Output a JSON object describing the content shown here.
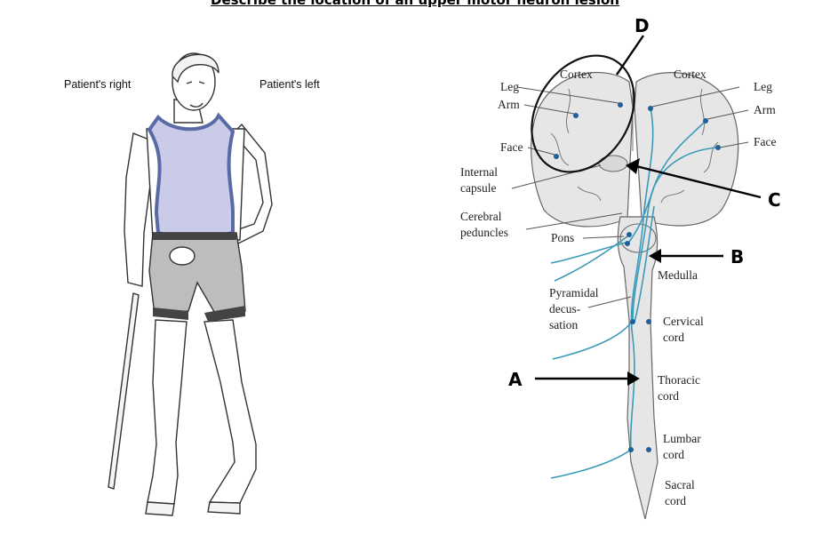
{
  "title": "Describe the location of an upper motor neuron lesion",
  "patient": {
    "right_label": "Patient's right",
    "left_label": "Patient's left"
  },
  "diagram_labels": {
    "cortex_left": "Cortex",
    "cortex_right": "Cortex",
    "leg_left": "Leg",
    "arm_left": "Arm",
    "face_left": "Face",
    "leg_right": "Leg",
    "arm_right": "Arm",
    "face_right": "Face",
    "internal_capsule_1": "Internal",
    "internal_capsule_2": "capsule",
    "cerebral_peduncles_1": "Cerebral",
    "cerebral_peduncles_2": "peduncles",
    "pons": "Pons",
    "medulla": "Medulla",
    "pyramidal_1": "Pyramidal",
    "pyramidal_2": "decus-",
    "pyramidal_3": "sation",
    "cervical_1": "Cervical",
    "cervical_2": "cord",
    "thoracic_1": "Thoracic",
    "thoracic_2": "cord",
    "lumbar_1": "Lumbar",
    "lumbar_2": "cord",
    "sacral_1": "Sacral",
    "sacral_2": "cord"
  },
  "markers": {
    "a": "A",
    "b": "B",
    "c": "C",
    "d": "D"
  },
  "colors": {
    "tract": "#3b9ab8",
    "shirt": "#c9cbe9",
    "shirt_trim": "#5a6aa5",
    "shorts": "#bdbdbd",
    "brain": "#e6e6e6"
  }
}
